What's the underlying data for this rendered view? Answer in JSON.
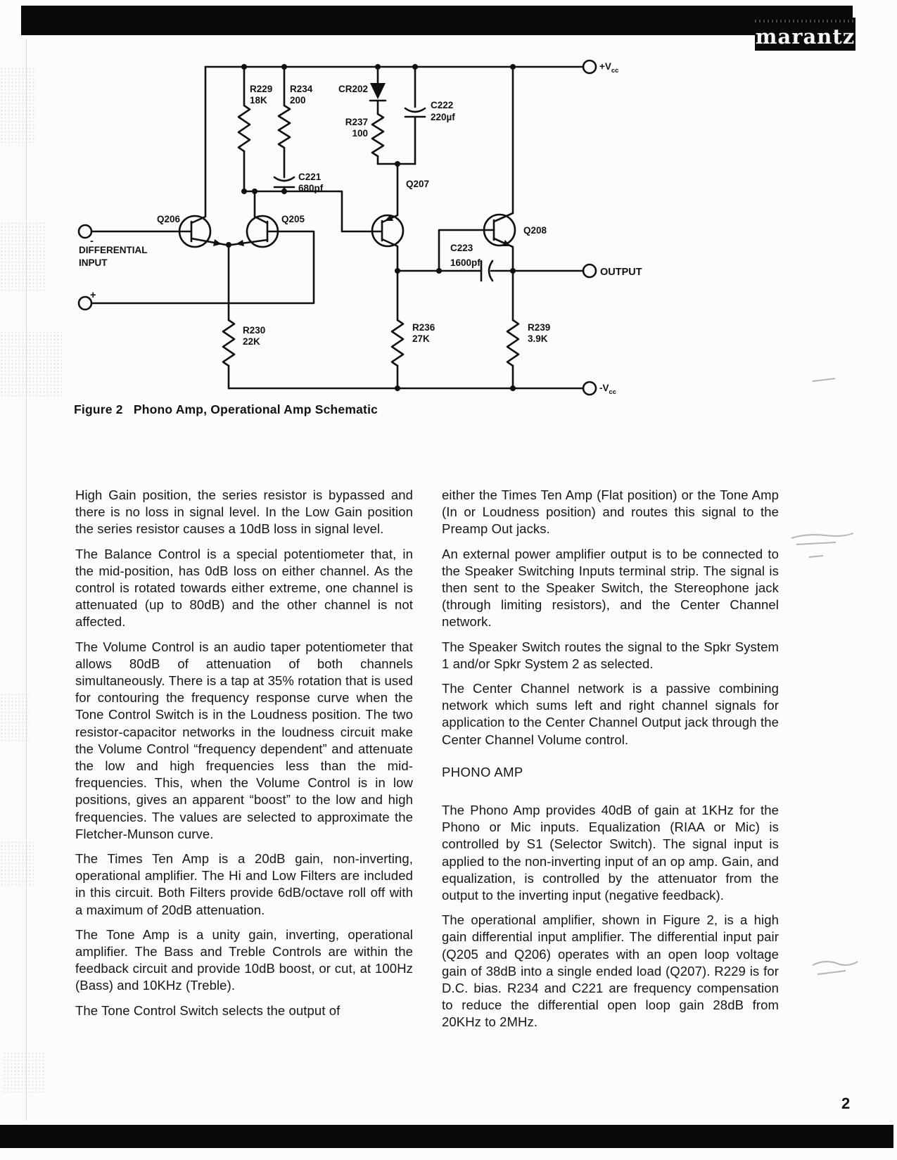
{
  "header": {
    "brand": "marantz"
  },
  "schematic": {
    "caption": "Figure 2   Phono Amp, Operational Amp Schematic",
    "terminals": {
      "vcc_plus_main": "+V",
      "vcc_minus_main": "-V",
      "vcc_sub": "cc",
      "output": "OUTPUT",
      "input_label_line1": "DIFFERENTIAL",
      "input_label_line2": "INPUT",
      "input_minus": "-",
      "input_plus": "+"
    },
    "components": {
      "r229": {
        "id": "R229",
        "value": "18K"
      },
      "r234": {
        "id": "R234",
        "value": "200"
      },
      "c221": {
        "id": "C221",
        "value": "680pf"
      },
      "cr202": {
        "id": "CR202"
      },
      "r237": {
        "id": "R237",
        "value": "100"
      },
      "c222": {
        "id": "C222",
        "value": "220µf"
      },
      "q206": {
        "id": "Q206"
      },
      "q205": {
        "id": "Q205"
      },
      "q207": {
        "id": "Q207"
      },
      "q208": {
        "id": "Q208"
      },
      "c223": {
        "id": "C223",
        "value": "1600pf"
      },
      "r230": {
        "id": "R230",
        "value": "22K"
      },
      "r236": {
        "id": "R236",
        "value": "27K"
      },
      "r239": {
        "id": "R239",
        "value": "3.9K"
      }
    }
  },
  "columns": {
    "left": [
      "High Gain position, the series resistor is bypassed and there is no loss in signal level.  In the Low Gain position the series resistor causes a 10dB loss in signal level.",
      "The Balance Control is a special potentiometer that, in the mid-position, has 0dB loss on either channel.  As the control is rotated towards either extreme, one channel is attenuated (up to 80dB) and the other channel is not affected.",
      "The Volume Control is an audio taper potentiometer that allows 80dB of attenuation of both channels simultaneously.  There is a tap at 35% rotation that is used for contouring the frequency response curve when the Tone Control Switch is in the Loudness position.  The two resistor-capacitor networks in the loudness circuit make the Volume Control “frequency dependent” and attenuate the low and high frequencies less than the mid-frequencies.  This, when the Volume Control is in low positions, gives an apparent “boost” to the low and high frequencies.  The values are selected to approximate the Fletcher-Munson curve.",
      "The Times Ten Amp is a 20dB gain, non-inverting, operational amplifier.  The Hi and Low Filters are included in this circuit.  Both Filters provide 6dB/octave roll off with a maximum of 20dB attenuation.",
      "The Tone Amp is a unity gain, inverting, operational amplifier.  The Bass and Treble Controls are within the feedback circuit and provide 10dB boost, or cut, at 100Hz (Bass) and 10KHz (Treble).",
      "The Tone Control Switch selects the output of"
    ],
    "right_top": [
      "either the Times Ten Amp (Flat position) or the Tone Amp (In or Loudness position) and routes this signal to the Preamp Out jacks.",
      "An external power amplifier output is to be connected to the Speaker Switching Inputs terminal strip.  The signal is then sent to the Speaker Switch, the Stereophone jack (through limiting resistors), and the Center Channel network.",
      "The Speaker Switch routes the signal to the Spkr System 1 and/or Spkr System 2 as selected.",
      "The Center Channel network is a passive combining network which sums left and right channel signals for application to the Center Channel Output jack through the Center Channel Volume control."
    ],
    "phono_heading": "PHONO AMP",
    "right_bottom": [
      "The Phono Amp provides 40dB of gain at 1KHz for the Phono or Mic inputs.  Equalization (RIAA or Mic) is controlled by S1 (Selector Switch).  The signal input is applied to the non-inverting input of an op amp.  Gain, and equalization, is controlled by the attenuator from the output to the inverting input (negative feedback).",
      "The operational amplifier, shown in Figure 2, is a high gain differential input amplifier.  The differential input pair (Q205 and Q206) operates with an open loop voltage gain of 38dB into a single ended load (Q207).  R229 is for D.C. bias.  R234 and C221 are frequency compensation to reduce the differential open loop gain 28dB from 20KHz to 2MHz."
    ]
  },
  "page_number": "2"
}
